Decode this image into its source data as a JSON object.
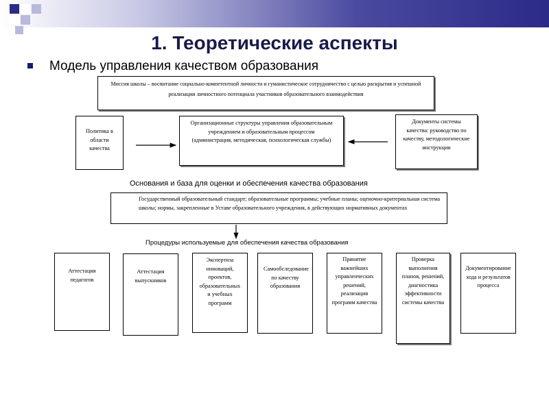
{
  "slide": {
    "title": "1. Теоретические аспекты",
    "subtitle": "Модель управления качеством образования",
    "colors": {
      "accent": "#2b2b88",
      "title": "#1a1a4a",
      "bullet": "#1a1a6e"
    }
  },
  "mission": "Миссия школы – воспитание социально-компетентной личности и гуманистическое сотрудничество с целью раскрытия и успешной реализации личностного потенциала участников образовательного взаимодействия",
  "policy": "Политика в области качества",
  "org_structures": "Организационные структуры управления образовательным учреждением и образовательным процессом (администрация, методическая, психологическая службы)",
  "documents": "Документы системы качества: руководство по качеству, методологические инструкции",
  "basis_label": "Основания и база для оценки и обеспечения качества образования",
  "basis_text": "Государственный образовательный стандарт; образовательные программы; учебные планы; оценочно-критериальная система школы; нормы, закрепленные в Уставе образовательного учреждения, в действующих нормативных документах",
  "procedures_label": "Процедуры используемые для обеспечения качества образования",
  "procedures": [
    "Аттестация педагогов",
    "Аттестация выпускников",
    "Экспертиза инноваций, проектов, образовательных и учебных программ",
    "Самообследование по качеству образования",
    "Принятие важнейших управленческих решений, реализация программ качества",
    "Проверка выполнения планов, решений, диагностика эффективности системы качества",
    "Документирование хода и результатов процесса"
  ]
}
